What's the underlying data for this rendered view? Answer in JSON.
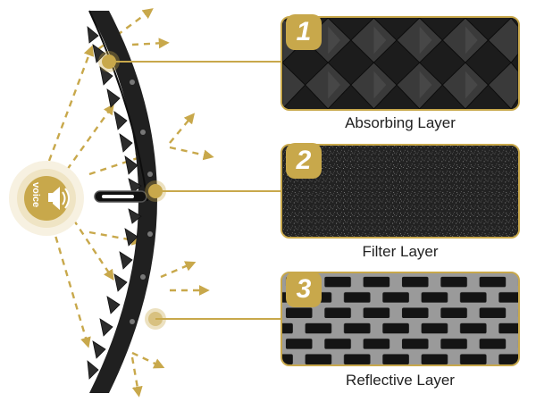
{
  "voice_label": "voice",
  "layers": [
    {
      "number": "1",
      "name": "Absorbing Layer"
    },
    {
      "number": "2",
      "name": "Filter Layer"
    },
    {
      "number": "3",
      "name": "Reflective Layer"
    }
  ],
  "colors": {
    "accent": "#c8a84b",
    "foam": "#1a1a1a",
    "panel_border": "#c8a84b"
  },
  "icons": [
    "speaker-icon",
    "sound-wave-arrows",
    "layer-pointer-dots"
  ]
}
